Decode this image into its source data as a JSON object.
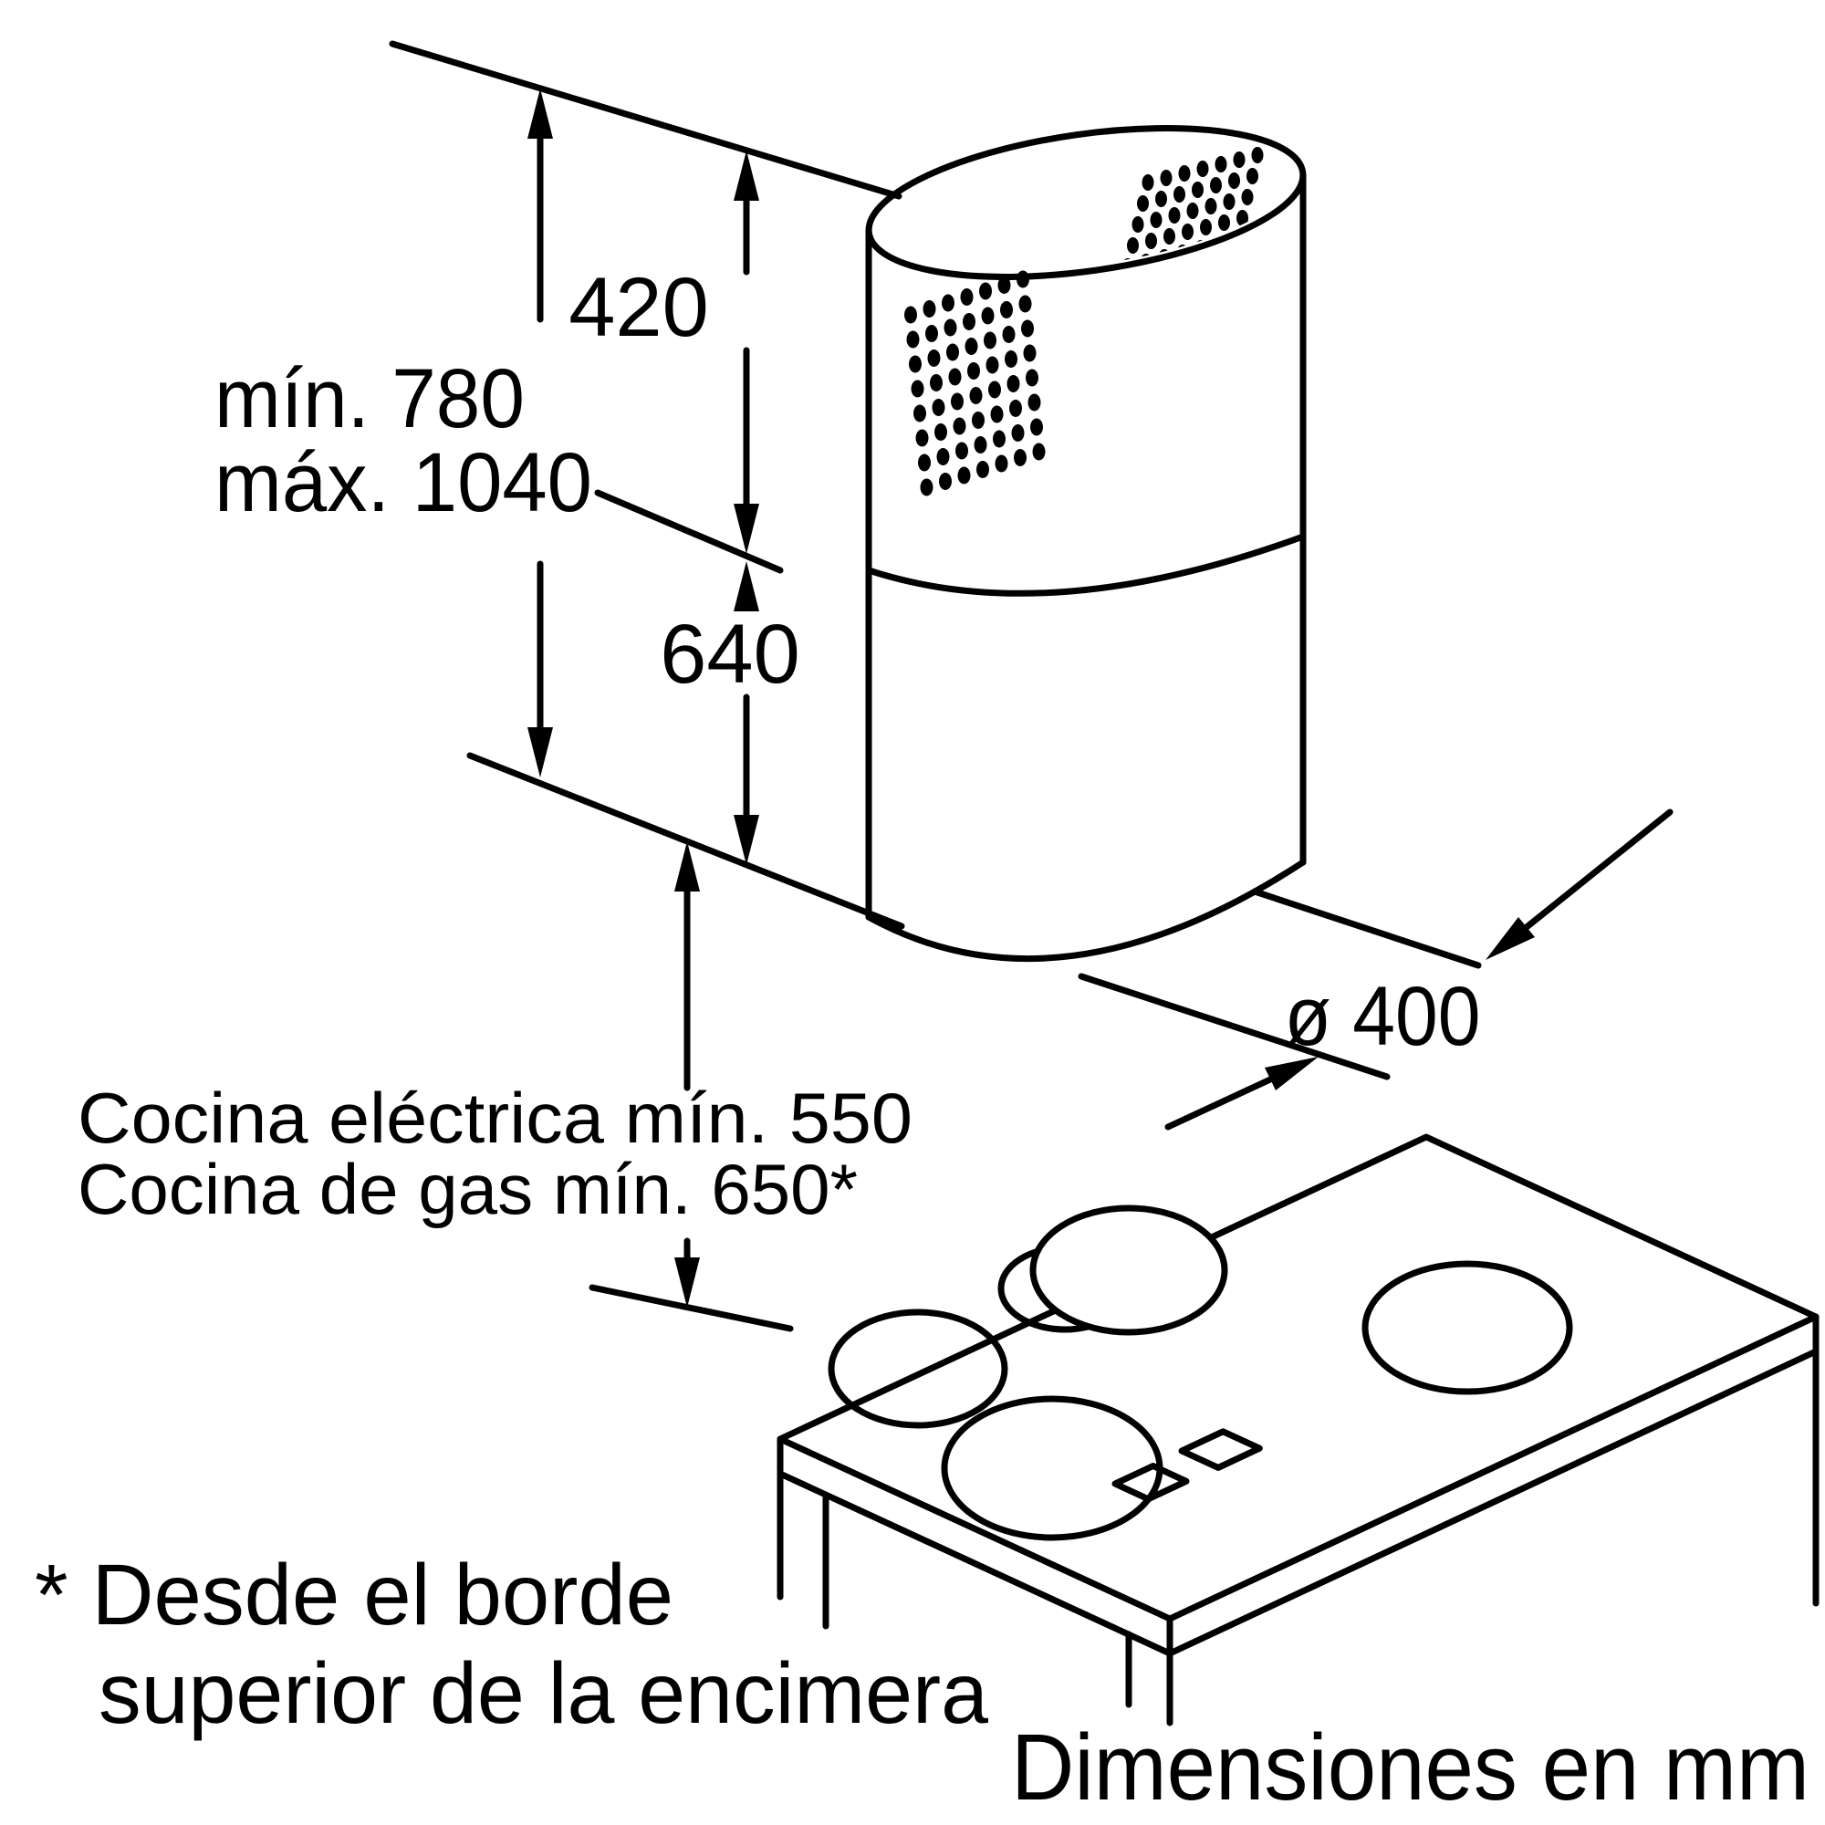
{
  "diagram": {
    "labels": {
      "height_min": "mín. 780",
      "height_max": "máx. 1040",
      "chimney_height": "420",
      "body_height": "640",
      "diameter": "ø 400",
      "clearance_electric": "Cocina eléctrica mín. 550",
      "clearance_gas": "Cocina de gas mín. 650*",
      "footnote_line1": "* Desde el borde",
      "footnote_line2": "superior de la encimera",
      "units_note": "Dimensiones en mm"
    },
    "colors": {
      "line": "#000000",
      "background": "#ffffff"
    }
  }
}
